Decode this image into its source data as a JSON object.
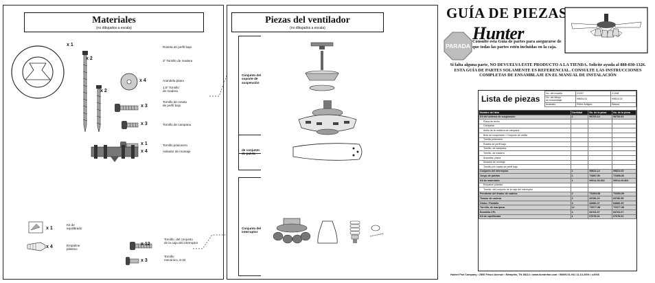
{
  "materiales": {
    "title": "Materiales",
    "subtitle": "(no dibujados a escala)",
    "items": [
      {
        "qty": "x 1",
        "label": "Roseta de perfil bajo"
      },
      {
        "qty": "x 2",
        "label": "3\" Tornillo de madera"
      },
      {
        "qty": "x 4",
        "label": "Arandela plana"
      },
      {
        "qty": "x 2",
        "label": "1.5\" Tornillo\nde madera"
      },
      {
        "qty": "x 3",
        "label": "Tornillo de roseta\nde perfil bajo"
      },
      {
        "qty": "x 3",
        "label": "Tornillo de campana"
      },
      {
        "qty": "x 1",
        "label": "Tornillo prisionero"
      },
      {
        "qty": "x 4",
        "label": "Aislador de montaje"
      },
      {
        "qty": "x 1",
        "label": "Kit de\nequilibrado"
      },
      {
        "qty": "x 4",
        "label": "Empalme\nplástico"
      },
      {
        "qty": "x 12",
        "label": "Tornillo, del conjunto\nde la caja del interruptor"
      },
      {
        "qty": "x 3",
        "label": "Tornillo\nmecánico, 6-32"
      }
    ]
  },
  "piezas": {
    "title": "Piezas del ventilador",
    "subtitle": "(no dibujados a escala)",
    "groups": [
      {
        "label": "Conjunto del\nsoporte de\nsuspensión"
      },
      {
        "label": "de conjunto\nde paleta"
      },
      {
        "label": "Conjunto del\ninterruptor"
      }
    ]
  },
  "guia": {
    "title": "GUÍA DE PIEZAS",
    "brand": "Hunter",
    "stop_sign": "PARADA",
    "lead": "Consulte esta Guía de partes para asegurarse de que todas las partes estén incluidas en la caja.",
    "instructions": "Si falta alguna parte, NO DEVUELVA ESTE PRODUCTO A LA TIENDA. Solicite ayuda al 888-830-1326. ESTA GUÍA DE PARTES SOLAMENTE ES REFERENCIAL. CONSULTE LAS INSTRUCCIONES COMPLETAS DE ENSAMBLAJE EN EL MANUAL DE INSTALACIÓN"
  },
  "lista": {
    "title": "Lista de piezas",
    "model_rows": [
      {
        "label": "No. del modelo",
        "a": "21337",
        "b": "21338"
      },
      {
        "label": "No. del dibujo\nde ensamblaje",
        "a": "99834-01",
        "b": "99814-02"
      },
      {
        "label": "Acabado",
        "a": "Peltre Antiguo",
        "b": "Blanco"
      }
    ],
    "columns": [
      "Nombre del ítem",
      "Cantidad",
      "No. de la pieza",
      "No. de la pieza"
    ],
    "rows": [
      {
        "name": "Kit del sistema de suspensión",
        "qty": "1",
        "a": "98709-14",
        "b": "98709-03",
        "shade": true
      },
      {
        "name": "Placa de techo",
        "qty": "",
        "a": "",
        "b": "",
        "shade": false
      },
      {
        "name": "Campana",
        "qty": "",
        "a": "",
        "b": "",
        "shade": false
      },
      {
        "name": "Anillo de la moldura de campana",
        "qty": "",
        "a": "",
        "b": "",
        "shade": false
      },
      {
        "name": "Bola de suspensión / Conjunto de varilla",
        "qty": "",
        "a": "",
        "b": "",
        "shade": false
      },
      {
        "name": "Tornillo prisionero",
        "qty": "",
        "a": "",
        "b": "",
        "shade": false
      },
      {
        "name": "Roseta de perfil bajo",
        "qty": "",
        "a": "",
        "b": "",
        "shade": false
      },
      {
        "name": "Tornillo, de campana",
        "qty": "",
        "a": "",
        "b": "",
        "shade": false
      },
      {
        "name": "Tornillo, de madera",
        "qty": "",
        "a": "",
        "b": "",
        "shade": false
      },
      {
        "name": "Arandela, plana",
        "qty": "",
        "a": "",
        "b": "",
        "shade": false
      },
      {
        "name": "Aislador de montaje",
        "qty": "",
        "a": "",
        "b": "",
        "shade": false
      },
      {
        "name": "Tornillo p/e roseta de perfil bajo",
        "qty": "",
        "a": "",
        "b": "",
        "shade": false
      },
      {
        "name": "Conjunto del interruptor",
        "qty": "1",
        "a": "99823-14",
        "b": "99823-03",
        "shade": true
      },
      {
        "name": "Juego de paletas",
        "qty": "1",
        "a": "TS897-56",
        "b": "TS898-56",
        "shade": true
      },
      {
        "name": "Kit de materiales",
        "qty": "1",
        "a": "99914-00-802",
        "b": "99914-00-801",
        "shade": true
      },
      {
        "name": "Empalme plástico",
        "qty": "",
        "a": "",
        "b": "",
        "shade": false
      },
      {
        "name": "Tornillo, del conjunto de la caja del interruptor",
        "qty": "",
        "a": "",
        "b": "",
        "shade": false
      },
      {
        "name": "Pendiente del tirador de cadena",
        "qty": "2",
        "a": "TS393-58",
        "b": "TS393-59",
        "shade": true
      },
      {
        "name": "Tirador de cadena",
        "qty": "2",
        "a": "83786-20",
        "b": "83786-55",
        "shade": true
      },
      {
        "name": "Globo / Pantalla",
        "qty": "4",
        "a": "84886-07",
        "b": "84886-09",
        "shade": true
      },
      {
        "name": "Tornillo, de mariposa",
        "qty": "12",
        "a": "TS077-58",
        "b": "TS077-58",
        "shade": true
      },
      {
        "name": "Bombilla CFL",
        "qty": "4",
        "a": "84763-07",
        "b": "84763-07",
        "shade": true
      },
      {
        "name": "Kit de equilibrado",
        "qty": "1",
        "a": "07078-01",
        "b": "07078-01",
        "shade": true
      }
    ]
  },
  "footer": "Hunter Fan Company  •  2500 Frisco Avenue  •  Memphis, TN 38114  •  www.hunterfan.com  •  96009-01-941  11-13-2006  •  c2008"
}
